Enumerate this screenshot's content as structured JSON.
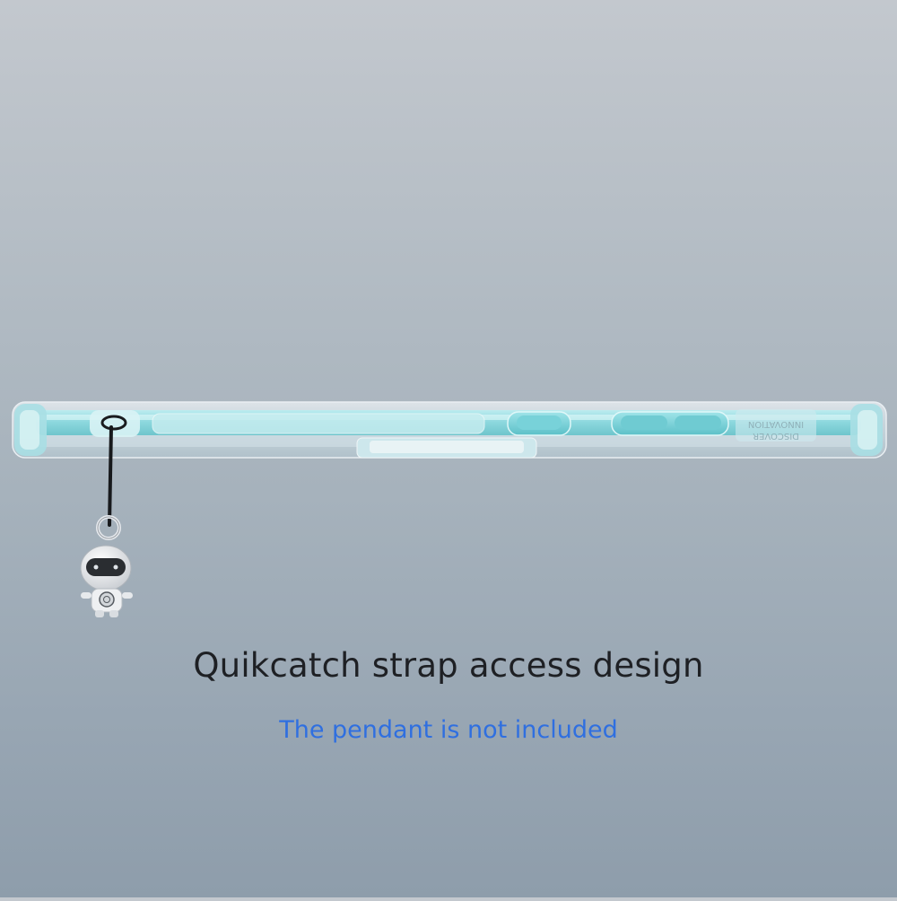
{
  "product": {
    "case_embossed_text": [
      "DISCOVER",
      "INNOVATION"
    ]
  },
  "caption": {
    "headline": "Quikcatch strap access design",
    "note": "The pendant is not included",
    "note_color": "#2f6fe0"
  },
  "icons": {
    "pendant": "astronaut-pendant-icon",
    "strap": "lanyard-strap"
  }
}
